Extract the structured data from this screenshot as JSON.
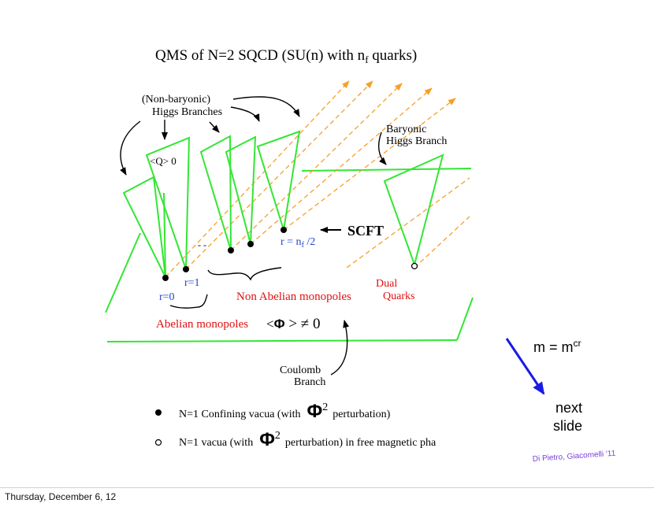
{
  "slide": {
    "title_main": "QMS of N=2 SQCD  (SU(n) with n",
    "title_sub_f": "f",
    "title_tail": "  quarks)",
    "nonbaryonic_line1": "(Non-baryonic)",
    "nonbaryonic_line2": "Higgs Branches",
    "baryonic_line1": "Baryonic",
    "baryonic_line2": "Higgs Branch",
    "q_vev": "<Q>   0",
    "dots_label": "- -",
    "scft_label": "SCFT",
    "r_nf_label": "r = n",
    "r_nf_sub": "f",
    "r_nf_tail": " /2",
    "r1_label": "r=1",
    "r0_label": "r=0",
    "non_abelian_label": "Non Abelian monopoles",
    "dual_line1": "Dual",
    "dual_line2": "Quarks",
    "abelian_label": "Abelian monopoles",
    "phi_vev_open": "<",
    "phi_symbol": "Φ",
    "phi_vev_close": " > ≠ 0",
    "coulomb_line1": "Coulomb",
    "coulomb_line2": "Branch",
    "legend_filled_text": "N=1  Confining vacua  (with",
    "legend_filled_exp": "2",
    "legend_filled_tail": "perturbation)",
    "legend_open_text": "N=1  vacua  (with",
    "legend_open_exp": "2",
    "legend_open_tail": "perturbation) in free magnetic pha",
    "m_label": "m = m",
    "m_sup": "cr",
    "next_line1": "next",
    "next_line2": "slide",
    "credit": "Di Pietro, Giacomelli '11",
    "footer_date": "Thursday, December 6, 12"
  },
  "colors": {
    "green": "#33e633",
    "orange": "#f5a02a",
    "blue_text": "#2244cc",
    "red_text": "#e01010",
    "arrow_blue": "#1a1ae6",
    "credit_purple": "#7a3fd6"
  }
}
